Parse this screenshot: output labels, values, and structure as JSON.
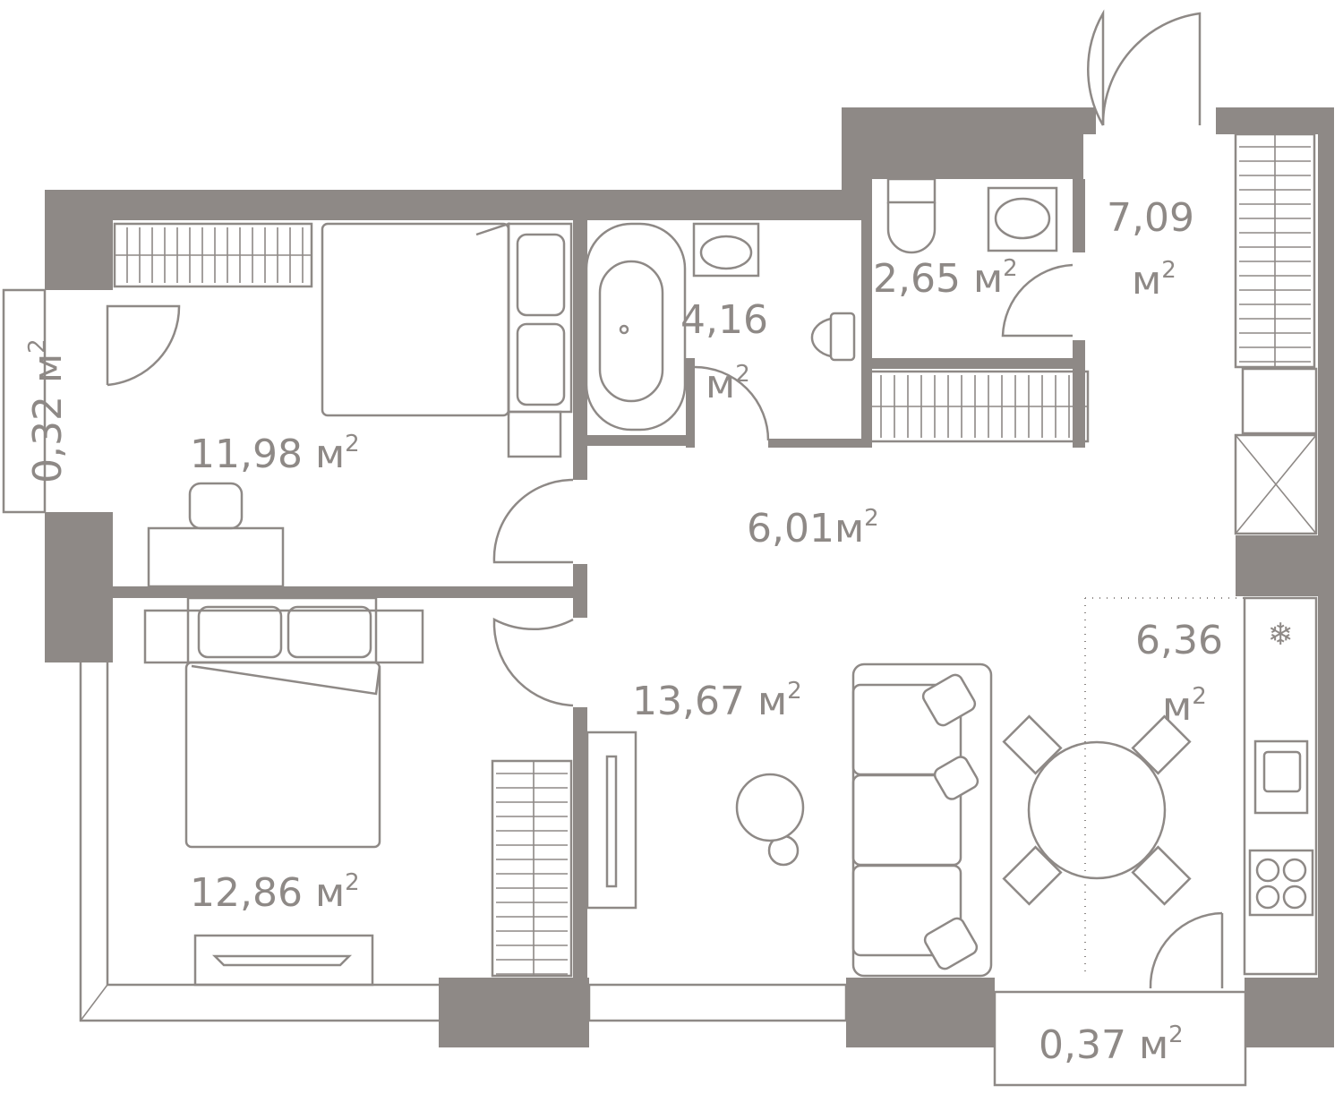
{
  "colors": {
    "wall": "#8e8986",
    "background": "#ffffff"
  },
  "rooms": [
    {
      "id": "balcony-left",
      "value": "0,32",
      "unit": "м",
      "exp": "2"
    },
    {
      "id": "bedroom-1",
      "value": "11,98",
      "unit": "м",
      "exp": "2"
    },
    {
      "id": "bedroom-2",
      "value": "12,86",
      "unit": "м",
      "exp": "2"
    },
    {
      "id": "bathroom",
      "value": "4,16",
      "unit": "м",
      "exp": "2"
    },
    {
      "id": "wc",
      "value": "2,65",
      "unit": "м",
      "exp": "2"
    },
    {
      "id": "entrance-hall",
      "value": "7,09",
      "unit": "м",
      "exp": "2"
    },
    {
      "id": "corridor",
      "value": "6,01",
      "unit": "м",
      "exp": "2"
    },
    {
      "id": "living-room",
      "value": "13,67",
      "unit": "м",
      "exp": "2"
    },
    {
      "id": "kitchen",
      "value": "6,36",
      "unit": "м",
      "exp": "2"
    },
    {
      "id": "balcony-bottom",
      "value": "0,37",
      "unit": "м",
      "exp": "2"
    }
  ]
}
